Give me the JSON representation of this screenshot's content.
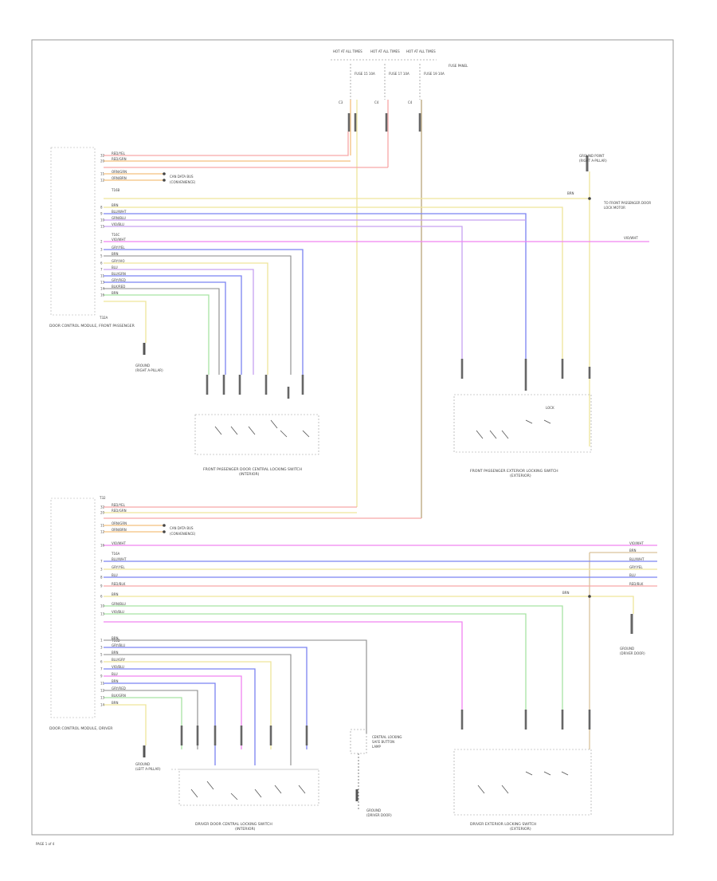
{
  "fuses": {
    "labels": [
      "HOT AT ALL TIMES",
      "HOT AT ALL TIMES",
      "HOT AT ALL TIMES"
    ],
    "fuse_labels": [
      "FUSE 15 10A",
      "FUSE 17 10A",
      "FUSE 19 10A"
    ],
    "box_label": "FUSE PANEL",
    "connector_codes": [
      "C3",
      "C4",
      "C4"
    ]
  },
  "front_module": {
    "name": "DOOR CONTROL MODULE, FRONT PASSENGER",
    "upper_pins": [
      "32",
      "20",
      "11",
      "12"
    ],
    "upper_wires": [
      "RED/YEL",
      "RED/GRN",
      "ORN/GRN",
      "ORN/BRN"
    ],
    "upper_conn": "T32A",
    "mid_conn": "T16B",
    "mid_pins": [
      "8",
      "9",
      "10",
      "15"
    ],
    "mid_wires": [
      "BRN",
      "BLU/WHT",
      "GRN/BLU",
      "VIO/BLU"
    ],
    "lower_conn": "T16C",
    "lower_pins": [
      "2",
      "3",
      "5",
      "6",
      "7",
      "11",
      "13",
      "14",
      "16"
    ],
    "lower_wires": [
      "VIO/WHT",
      "GRY/YEL",
      "BRN",
      "GRY/VIO",
      "BLU",
      "BLU/GRN",
      "GRY/RED",
      "BLK/RED",
      "BRN"
    ],
    "can_label": "CAN DATA BUS",
    "can_sub": "(CONVENIENCE)",
    "ground_label": "GROUND",
    "ground_sub": "(RIGHT A-PILLAR)"
  },
  "ground_top": {
    "label": "GROUND POINT",
    "sub": "(RIGHT A-PILLAR)",
    "wire": "BRN"
  },
  "front_inner_switch": {
    "name": "FRONT PASSENGER DOOR CENTRAL LOCKING SWITCH",
    "sub": "(INTERIOR)"
  },
  "front_outer_switch": {
    "name": "FRONT PASSENGER EXTERIOR LOCKING SWITCH",
    "sub": "(EXTERIOR)",
    "near_label": "LOCK"
  },
  "right_connector": {
    "label": "TO FRONT PASSENGER DOOR",
    "sub": "LOCK MOTOR",
    "wire": "VIO/WHT"
  },
  "rear_module": {
    "name": "DOOR CONTROL MODULE, DRIVER",
    "upper_pins": [
      "32",
      "20",
      "11",
      "12",
      "16"
    ],
    "upper_wires": [
      "RED/YEL",
      "RED/GRN",
      "ORN/GRN",
      "ORN/BRN",
      "VIO/WHT"
    ],
    "upper_conn": "T32",
    "mid_pins": [
      "7",
      "3",
      "8",
      "9",
      "6",
      "10",
      "13"
    ],
    "mid_wires": [
      "BLU/WHT",
      "GRY/YEL",
      "BLU",
      "RED/BLK",
      "BRN",
      "GRN/BLU",
      "VIO/BLU"
    ],
    "mid_conn": "T16A",
    "lower_conn": "T16D",
    "lower_pins": [
      "1",
      "3",
      "5",
      "6",
      "7",
      "9",
      "11",
      "12",
      "13",
      "14"
    ],
    "lower_wires": [
      "BRN",
      "GRY/BLU",
      "BRN",
      "BLU/GRY",
      "VIO/BLU",
      "BLU",
      "BRN",
      "GRY/RED",
      "BLK/GRN",
      "BRN"
    ],
    "can_label": "CAN DATA BUS",
    "can_sub": "(CONVENIENCE)",
    "ground_label": "GROUND",
    "ground_sub": "(LEFT A-PILLAR)"
  },
  "rear_right_labels": [
    "VIO/WHT",
    "BRN",
    "BLU/WHT",
    "GRY/YEL",
    "BLU",
    "RED/BLK"
  ],
  "rear_ground": {
    "label": "GROUND",
    "sub": "(DRIVER DOOR)",
    "wire": "BRN"
  },
  "rear_inner_switch": {
    "name": "DRIVER DOOR CENTRAL LOCKING SWITCH",
    "sub": "(INTERIOR)"
  },
  "rear_outer_switch": {
    "name": "DRIVER EXTERIOR LOCKING SWITCH",
    "sub": "(EXTERIOR)"
  },
  "central_lock": {
    "label": "CENTRAL LOCKING",
    "sub": "SAFE BUTTON",
    "sub2": "LAMP",
    "ground": "GROUND",
    "ground_sub": "(DRIVER DOOR)"
  },
  "footer": {
    "page": "PAGE 1 of 4"
  },
  "colors": {
    "red": "#f7a6a6",
    "orange": "#f3c07e",
    "yellow": "#efe59a",
    "blue": "#7b83f2",
    "violet": "#c7a2f0",
    "magenta": "#f183f0",
    "green": "#a8e3a3",
    "gray": "#8a8a8a",
    "brown": "#d9c49c",
    "black": "#4d4d4d"
  }
}
